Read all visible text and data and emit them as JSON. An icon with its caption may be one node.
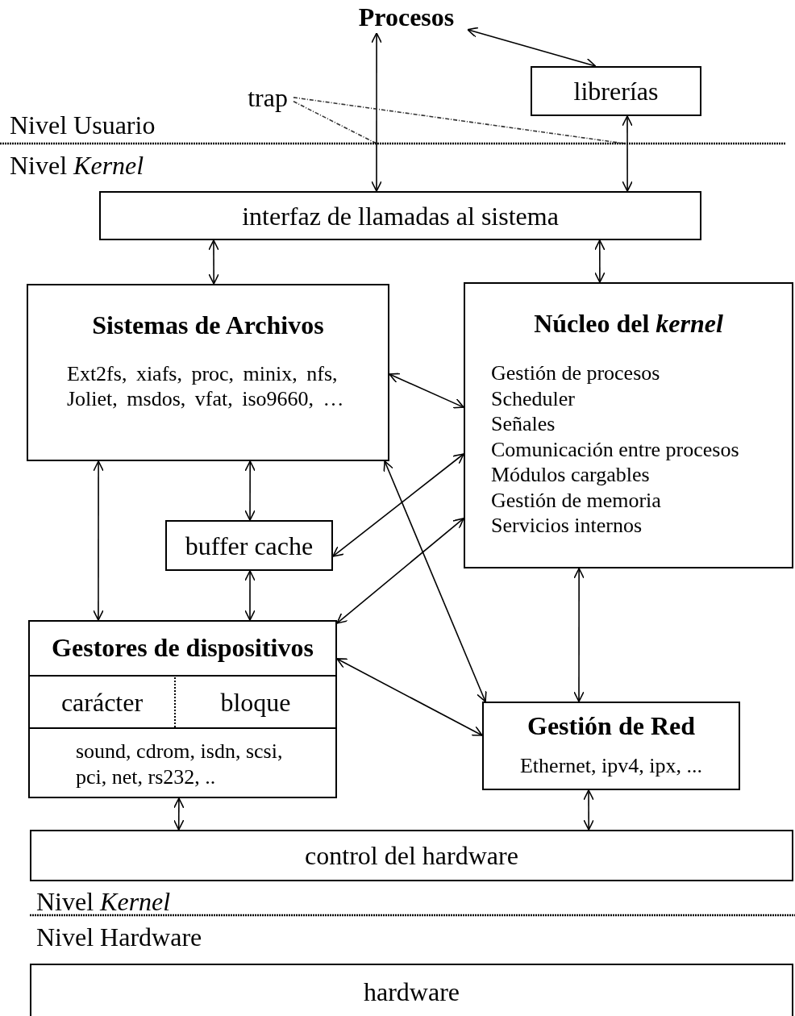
{
  "diagram": {
    "nodes": [
      {
        "text": [
          "Procesos"
        ]
      },
      {
        "text": [
          "librerías"
        ]
      },
      {
        "text": [
          "trap"
        ]
      },
      {
        "text": [
          "interfaz de llamadas al sistema"
        ]
      },
      {
        "text": [
          "Sistemas de Archivos",
          "Ext2fs, xiafs, proc, minix, nfs, Joliet, msdos, vfat, iso9660, …"
        ]
      },
      {
        "text": [
          "Núcleo del *kernel*",
          "Gestión de procesos",
          "Scheduler",
          "Señales",
          "Comunicación entre procesos",
          "Módulos cargables",
          "Gestión de memoria",
          "Servicios internos"
        ]
      },
      {
        "text": [
          "buffer cache"
        ]
      },
      {
        "text": [
          "Gestores de dispositivos"
        ]
      },
      {
        "text": [
          "carácter"
        ],
        "in": 7
      },
      {
        "text": [
          "bloque"
        ],
        "in": 7
      },
      {
        "text": [
          "sound, cdrom, isdn, scsi, pci, net, rs232, .."
        ],
        "in": 7
      },
      {
        "text": [
          "Gestión de Red",
          "Ethernet, ipv4, ipx, ..."
        ]
      },
      {
        "text": [
          "control del hardware"
        ]
      },
      {
        "text": [
          "hardware"
        ]
      }
    ],
    "edges": [
      {
        "from": 0,
        "to": 1,
        "arrow": "both"
      },
      {
        "from": 0,
        "to": 3,
        "arrow": "both"
      },
      {
        "from": 1,
        "to": 3,
        "arrow": "both"
      },
      {
        "from": 3,
        "to": 4,
        "arrow": "both"
      },
      {
        "from": 3,
        "to": 5,
        "arrow": "both"
      },
      {
        "from": 4,
        "to": 5,
        "arrow": "both"
      },
      {
        "from": 4,
        "to": 11,
        "arrow": "both"
      },
      {
        "from": 6,
        "to": 5,
        "arrow": "both"
      },
      {
        "from": 4,
        "to": 6,
        "arrow": "both"
      },
      {
        "from": 4,
        "to": 7,
        "arrow": "both"
      },
      {
        "from": 6,
        "to": 7,
        "arrow": "both"
      },
      {
        "from": 5,
        "to": 7,
        "arrow": "both"
      },
      {
        "from": 5,
        "to": 11,
        "arrow": "both"
      },
      {
        "from": 7,
        "to": 11,
        "arrow": "both"
      },
      {
        "from": 7,
        "to": 12,
        "arrow": "both"
      },
      {
        "from": 11,
        "to": 12,
        "arrow": "both"
      },
      {
        "from": 2,
        "to": null,
        "arrow": "none",
        "style": "dashed"
      },
      {
        "from": 2,
        "to": null,
        "arrow": "none",
        "style": "dashed"
      }
    ],
    "labels": [
      "Nivel Usuario",
      "Nivel *Kernel*",
      "Nivel *Kernel*",
      "Nivel Hardware"
    ]
  }
}
